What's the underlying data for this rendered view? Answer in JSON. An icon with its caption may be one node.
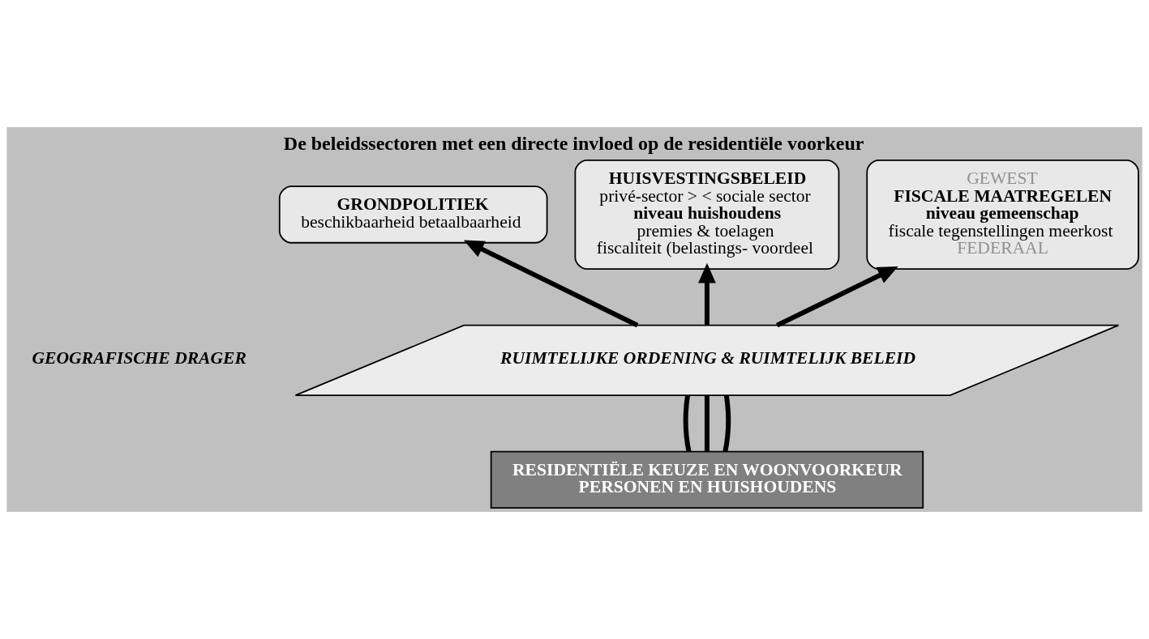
{
  "diagram": {
    "title": "De beleidssectoren met een directe invloed op de residentiële voorkeur",
    "nodes": [
      {
        "text": [
          "GRONDPOLITIEK",
          "beschikbaarheid betaalbaarheid"
        ]
      },
      {
        "text": [
          "HUISVESTINGSBELEID",
          "privé-sector > < sociale sector",
          "niveau huishoudens",
          "premies & toelagen",
          "fiscaliteit (belastings- voordeel"
        ]
      },
      {
        "text": [
          "GEWEST",
          "FISCALE MAATREGELEN",
          "niveau gemeenschap",
          "fiscale tegenstellingen meerkost",
          "FEDERAAL"
        ]
      },
      {
        "text": [
          "RUIMTELIJKE ORDENING & RUIMTELIJK BELEID"
        ],
        "beside": [
          "GEOGRAFISCHE DRAGER"
        ]
      },
      {
        "text": [
          "RESIDENTIËLE KEUZE EN WOONVOORKEUR",
          "PERSONEN EN HUISHOUDENS"
        ]
      }
    ],
    "edges": [
      {
        "from": 4,
        "to": 3,
        "arrow": "none"
      },
      {
        "from": 4,
        "to": 3,
        "arrow": "none"
      },
      {
        "from": 4,
        "to": 3,
        "arrow": "none"
      },
      {
        "from": 3,
        "to": 0,
        "arrow": "to"
      },
      {
        "from": 3,
        "to": 1,
        "arrow": "to"
      },
      {
        "from": 3,
        "to": 2,
        "arrow": "to"
      }
    ]
  }
}
